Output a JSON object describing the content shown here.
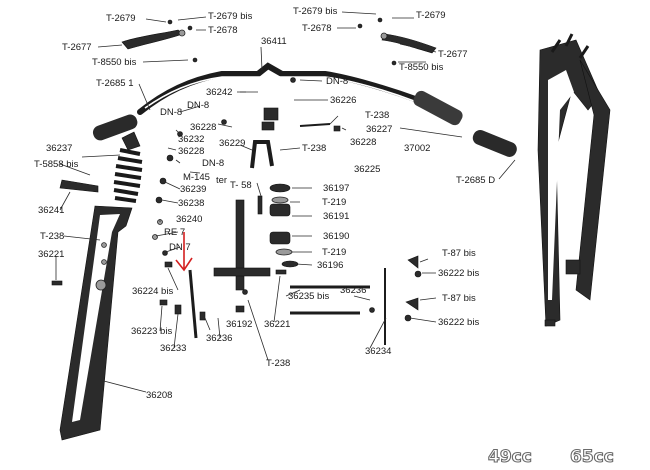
{
  "labels": {
    "l_t2679_l": "T-2679",
    "l_t2679bis_l": "T-2679 bis",
    "l_t2678_l": "T-2678",
    "l_t2677_l": "T-2677",
    "l_t8550bis_l": "T-8550 bis",
    "l_t2679bis_r": "T-2679 bis",
    "l_t2679_r": "T-2679",
    "l_t2678_r": "T-2678",
    "l_t2677_r": "T-2677",
    "l_t8550bis_r": "T-8550 bis",
    "l_36411": "36411",
    "l_t26851": "T-2685 1",
    "l_36242": "36242",
    "l_dn8_a": "DN-8",
    "l_36226": "36226",
    "l_dn8_b": "DN-8",
    "l_dn8_c": "DN-8",
    "l_36228_a": "36228",
    "l_t238_a": "T-238",
    "l_36227": "36227",
    "l_36228_b": "36228",
    "l_36232": "36232",
    "l_36228_c": "36228",
    "l_36229": "36229",
    "l_t238_b": "T-238",
    "l_37002": "37002",
    "l_36237": "36237",
    "l_t5858bis": "T-5858 bis",
    "l_dn8_d": "DN-8",
    "l_m145": "M-145",
    "l_ter": "ter",
    "l_36239": "36239",
    "l_36225": "36225",
    "l_t58": "T- 58",
    "l_36197": "36197",
    "l_t2685d": "T-2685 D",
    "l_36241": "36241",
    "l_36238": "36238",
    "l_t219_a": "T-219",
    "l_36191": "36191",
    "l_36240": "36240",
    "l_re7": "RE 7",
    "l_t238_c": "T-238",
    "l_dn7": "DN 7",
    "l_36190": "36190",
    "l_t219_b": "T-219",
    "l_36221_a": "36221",
    "l_36196": "36196",
    "l_t87bis_a": "T-87 bis",
    "l_36222bis_a": "36222 bis",
    "l_36224bis": "36224 bis",
    "l_36235bis": "36235 bis",
    "l_36236_a": "36236",
    "l_t87bis_b": "T-87 bis",
    "l_36223bis": "36223 bis",
    "l_36192": "36192",
    "l_36221_b": "36221",
    "l_36222bis_b": "36222 bis",
    "l_36233": "36233",
    "l_36236_b": "36236",
    "l_36234": "36234",
    "l_t238_d": "T-238",
    "l_36208": "36208"
  },
  "badge": {
    "cc49": "49cc",
    "cc65": "65cc"
  },
  "colors": {
    "arrow": "#d42020",
    "ink": "#1a1a1a"
  }
}
